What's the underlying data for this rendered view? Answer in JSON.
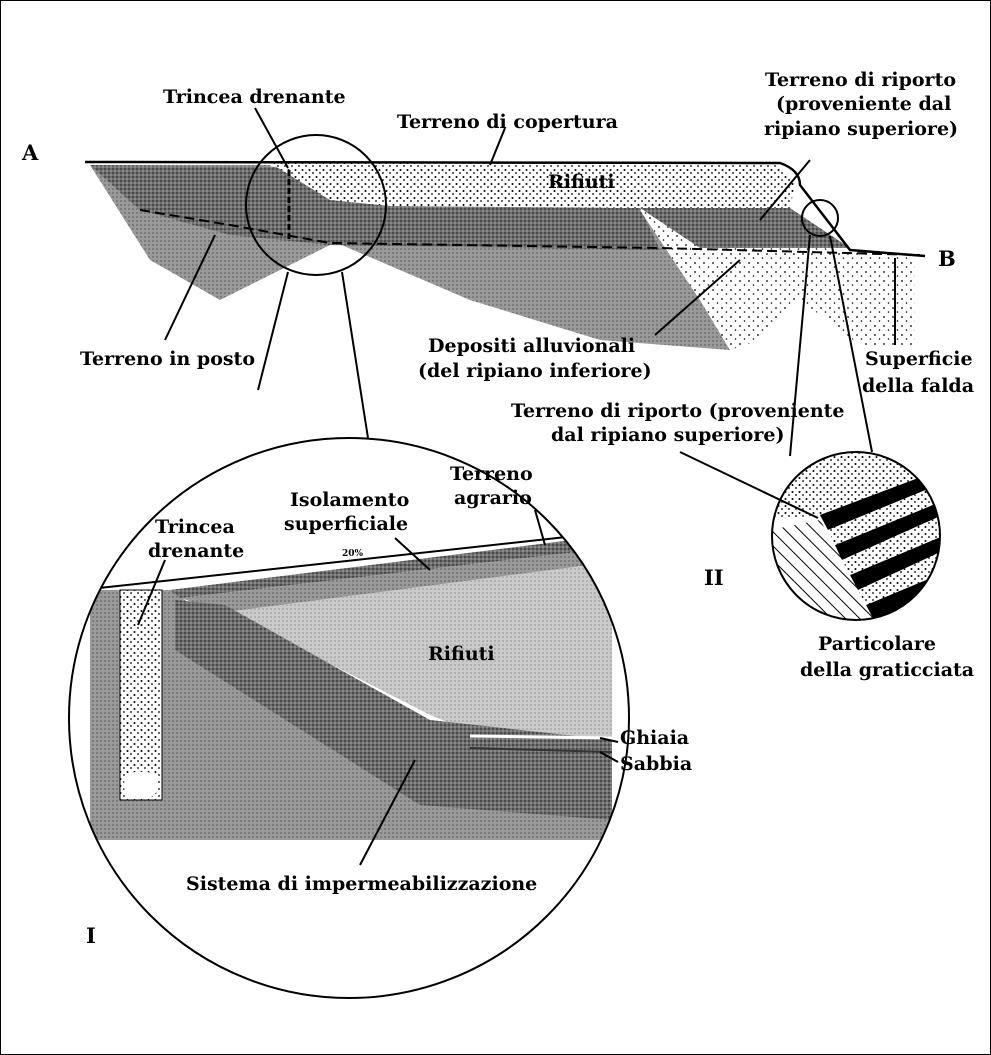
{
  "colors": {
    "background": "#ffffff",
    "line": "#000000",
    "soil_dark": "#7a7a7a",
    "soil_mid": "#9a9a9a",
    "soil_light": "#c4c4c4",
    "dots": "#ffffff"
  },
  "section_points": {
    "a": "A",
    "b": "B"
  },
  "section_labels": {
    "trench": "Trincea drenante",
    "cover": "Terreno di copertura",
    "fill_1": "Terreno di riporto",
    "fill_2": "(proveniente dal",
    "fill_3": "ripiano superiore)",
    "waste": "Rifiuti",
    "native": "Terreno in posto",
    "alluvial_1": "Depositi alluvionali",
    "alluvial_2": "(del ripiano inferiore)",
    "water_1": "Superficie",
    "water_2": "della falda"
  },
  "detail_i": {
    "number": "I",
    "trench_1": "Trincea",
    "trench_2": "drenante",
    "insulation_1": "Isolamento",
    "insulation_2": "superficiale",
    "topsoil_1": "Terreno",
    "topsoil_2": "agrario",
    "slope": "20%",
    "waste": "Rifiuti",
    "gravel": "Ghiaia",
    "sand": "Sabbia",
    "seal": "Sistema di impermeabilizzazione"
  },
  "detail_ii": {
    "number": "II",
    "fill_1": "Terreno di riporto (proveniente",
    "fill_2": "dal ripiano superiore)",
    "caption_1": "Particolare",
    "caption_2": "della graticciata"
  }
}
